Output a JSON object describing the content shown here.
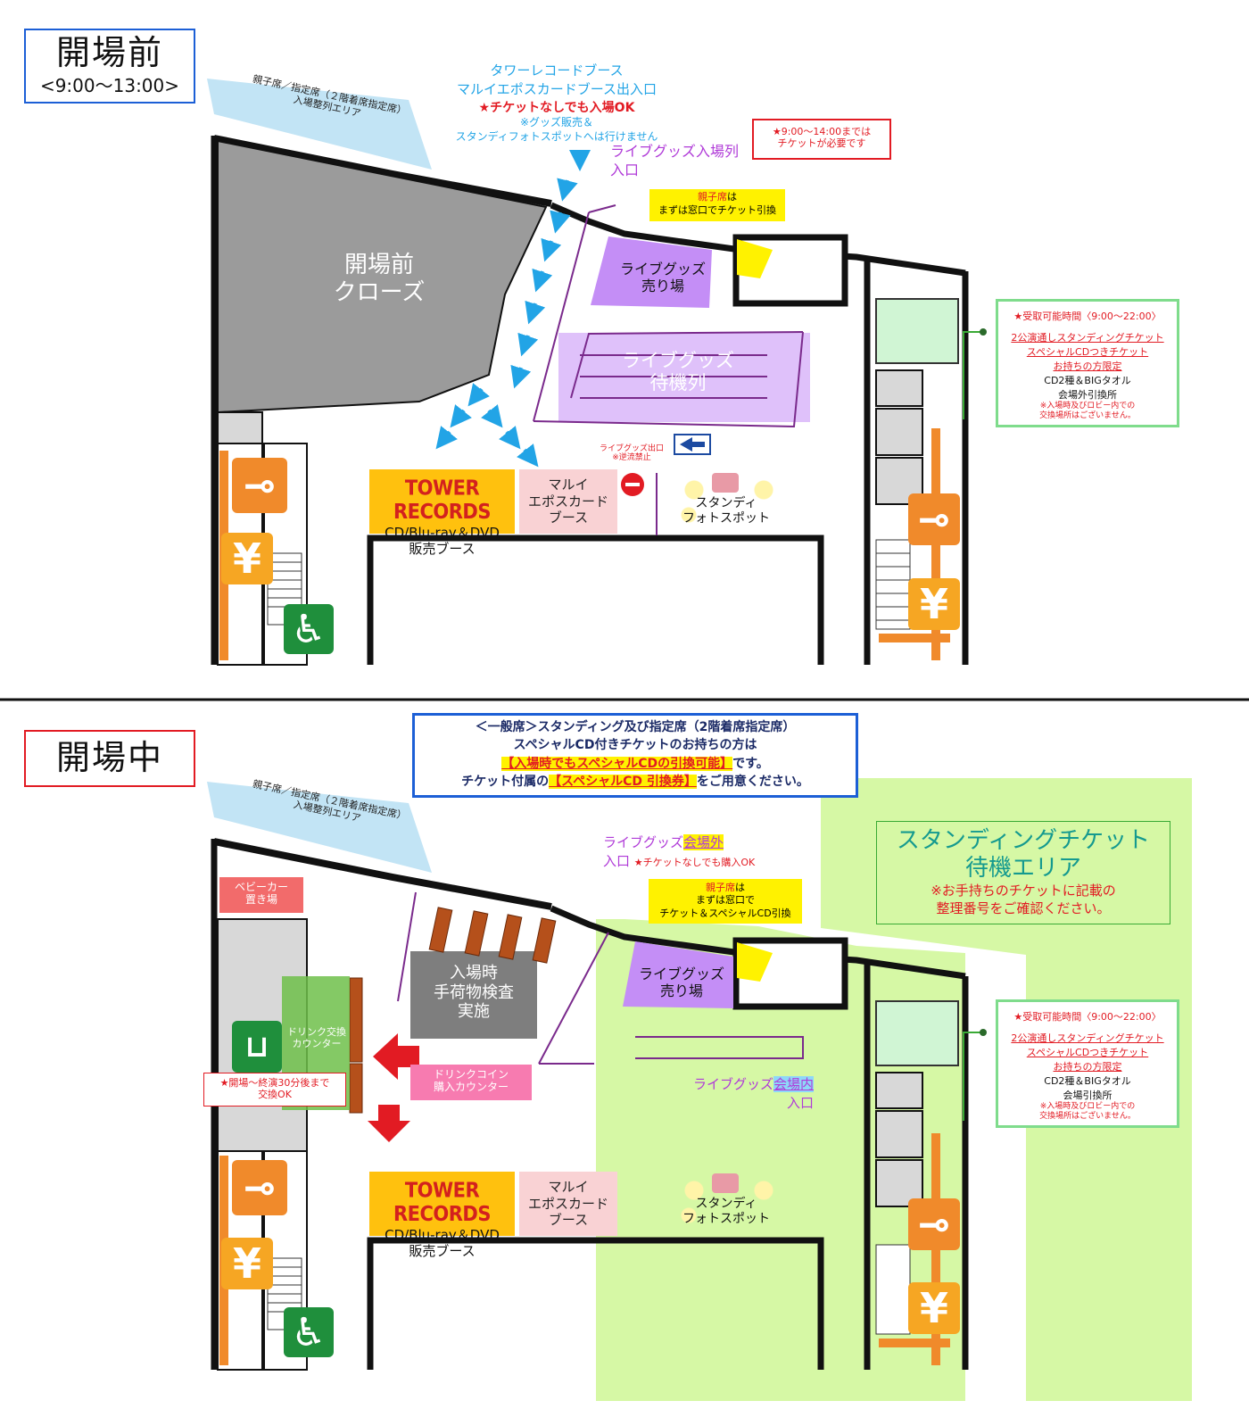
{
  "before": {
    "phase_title": "開場前",
    "phase_time": "<9:00〜13:00>",
    "queue_area": "親子席／指定席（２階着席指定席）\n入場整列エリア",
    "closed_area": "開場前\nクローズ",
    "tower_booth_entrance": {
      "line1": "タワーレコードブース",
      "line2": "マルイエポスカードブース出入口",
      "line3": "★チケットなしでも入場OK",
      "line4": "※グッズ販売＆\nスタンディフォトスポットへは行けません"
    },
    "ticket_note": "★9:00〜14:00までは\nチケットが必要です",
    "goods_queue_entrance": "ライブグッズ入場列\n入口",
    "family_seat": {
      "label": "親子席",
      "rest": "は\nまずは窓口でチケット引換"
    },
    "goods_sales": "ライブグッズ\n売り場",
    "goods_wait": "ライブグッズ\n待機列",
    "goods_exit": "ライブグッズ出口",
    "goods_exit_note": "※逆流禁止",
    "tower_records": {
      "logo": "TOWER RECORDS",
      "sub": "CD/Blu-ray＆DVD\n販売ブース"
    },
    "marui_booth": "マルイ\nエポスカード\nブース",
    "photo_spot": "スタンディ\nフォトスポット",
    "exchange_box": {
      "time": "★受取可能時間〈9:00〜22:00〉",
      "line1": "2公演通しスタンディングチケット",
      "line2": "スペシャルCDつきチケット",
      "line3": "お持ちの方限定",
      "line4": "CD2種＆BIGタオル",
      "line5": "会場外引換所",
      "note": "※入場時及びロビー内での\n交換場所はございません。"
    }
  },
  "during": {
    "phase_title": "開場中",
    "notice": {
      "line1": "＜一般席＞スタンディング及び指定席（2階着席指定席）",
      "line2": "スペシャルCD付きチケットのお持ちの方は",
      "line3_hl": "【入場時でもスペシャルCDの引換可能】",
      "line3_rest": "です。",
      "line4_pre": "チケット付属の",
      "line4_hl": "【スペシャルCD 引換券】",
      "line4_rest": "をご用意ください。"
    },
    "queue_area": "親子席／指定席（２階着席指定席）\n入場整列エリア",
    "stroller": "ベビーカー\n置き場",
    "goods_outside": {
      "pre": "ライブグッズ",
      "hl": "会場外",
      "entry": "入口",
      "note": "★チケットなしでも購入OK"
    },
    "family_seat": {
      "label": "親子席",
      "rest": "は\nまずは窓口で\nチケット＆スペシャルCD引換"
    },
    "standing_area": {
      "title": "スタンディングチケット\n待機エリア",
      "note": "※お手持ちのチケットに記載の\n整理番号をご確認ください。"
    },
    "bag_check": "入場時\n手荷物検査\n実施",
    "goods_sales": "ライブグッズ\n売り場",
    "drink_counter": "ドリンク交換\nカウンター",
    "drink_note": "★開場〜終演30分後まで\n交換OK",
    "drink_coin": "ドリンクコイン\n購入カウンター",
    "goods_inside": {
      "pre": "ライブグッズ",
      "hl": "会場内",
      "entry": "入口"
    },
    "tower_records": {
      "logo": "TOWER RECORDS",
      "sub": "CD/Blu-ray＆DVD\n販売ブース"
    },
    "marui_booth": "マルイ\nエポスカード\nブース",
    "photo_spot": "スタンディ\nフォトスポット",
    "exchange_box": {
      "time": "★受取可能時間〈9:00〜22:00〉",
      "line1": "2公演通しスタンディングチケット",
      "line2": "スペシャルCDつきチケット",
      "line3": "お持ちの方限定",
      "line4": "CD2種＆BIGタオル",
      "line5": "会場引換所",
      "note": "※入場時及びロビー内での\n交換場所はございません。"
    }
  },
  "icons": {
    "key": "key-icon",
    "yen": "¥",
    "wheelchair": "♿",
    "drink": "drink-icon",
    "camera": "camera-icon"
  },
  "colors": {
    "goods_purple": "#c48ef6",
    "standing_green": "#d6f8a5",
    "tower_yellow": "#ffc10e",
    "booth_pink": "#f9d2d4",
    "arrow_blue": "#22a4e6",
    "red": "#e21b23"
  }
}
